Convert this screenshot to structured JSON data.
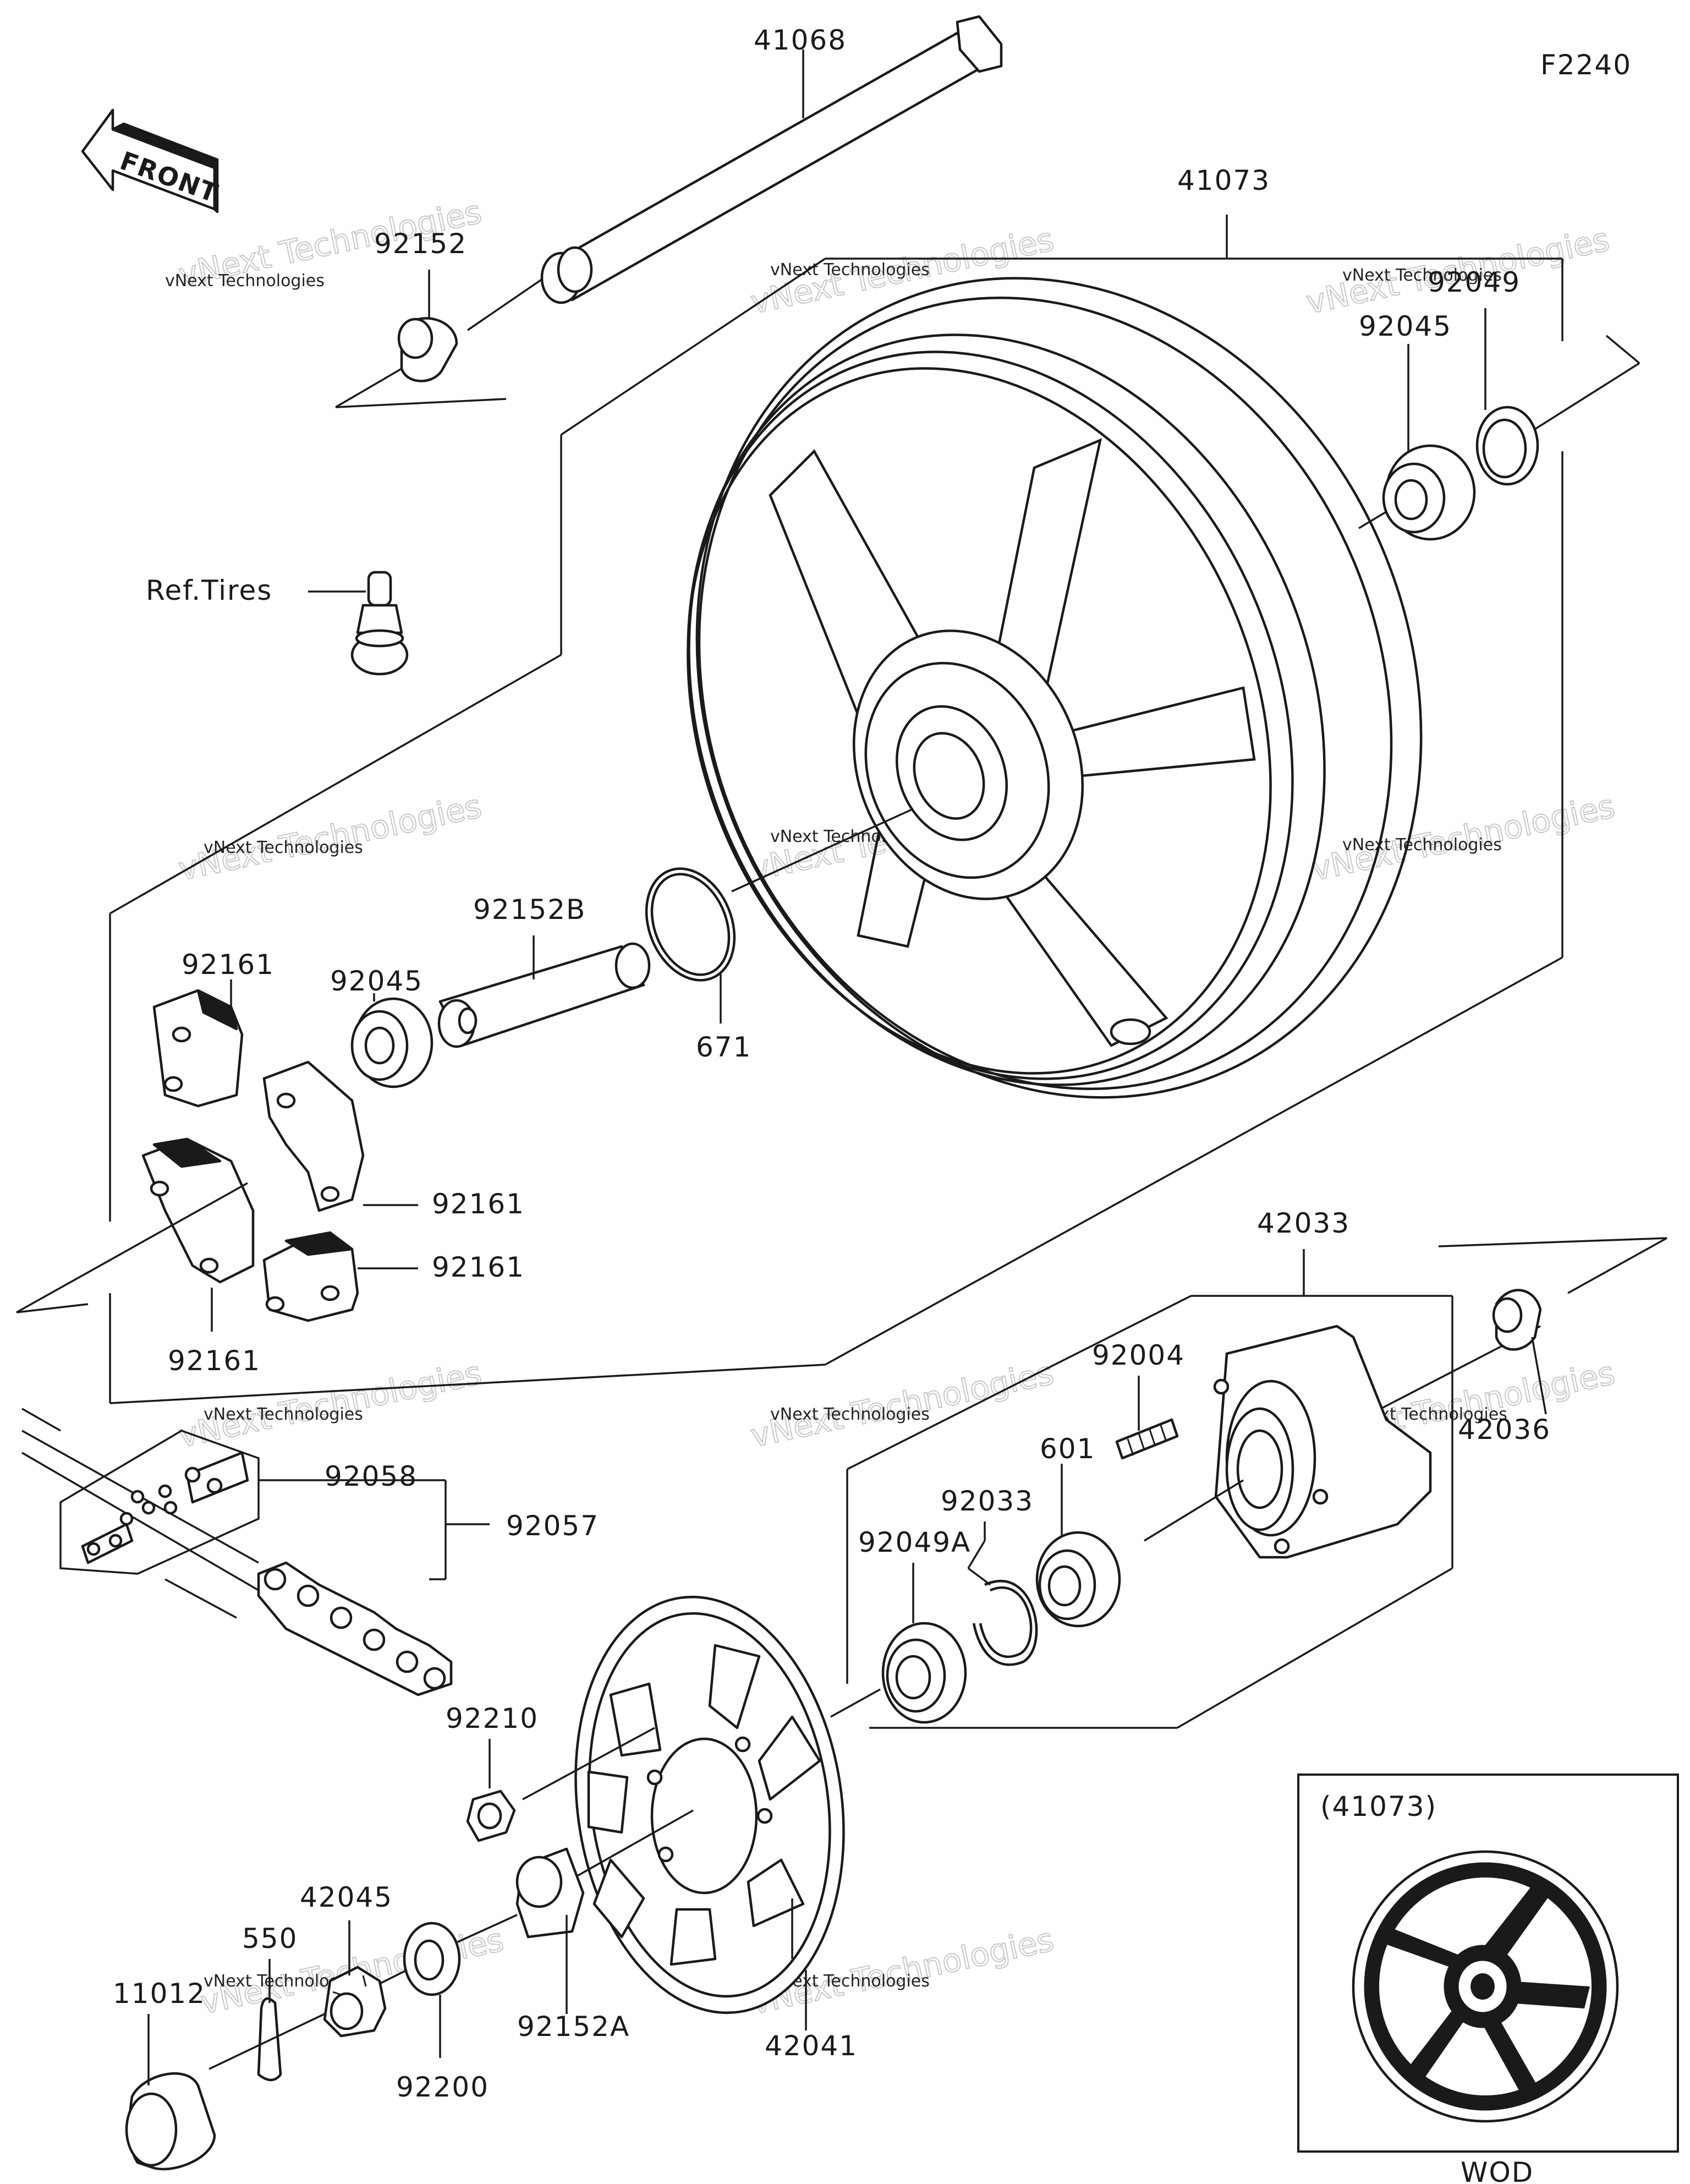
{
  "diagram_code": "F2240",
  "front_arrow_label": "FRONT",
  "ref_tires_label": "Ref.Tires",
  "inset": {
    "ref_label": "(41073)",
    "variant_label": "WOD"
  },
  "watermark": {
    "line1": "vNext Technologies",
    "line2": "vNext Technologies"
  },
  "parts": [
    "41068",
    "41073",
    "92152",
    "92049",
    "92045",
    "92152B",
    "671",
    "92161",
    "92045",
    "92161",
    "92161",
    "92161",
    "42033",
    "42036",
    "92004",
    "601",
    "92033",
    "92049A",
    "92058",
    "92057",
    "92210",
    "42045",
    "550",
    "11012",
    "92200",
    "92152A",
    "42041"
  ]
}
